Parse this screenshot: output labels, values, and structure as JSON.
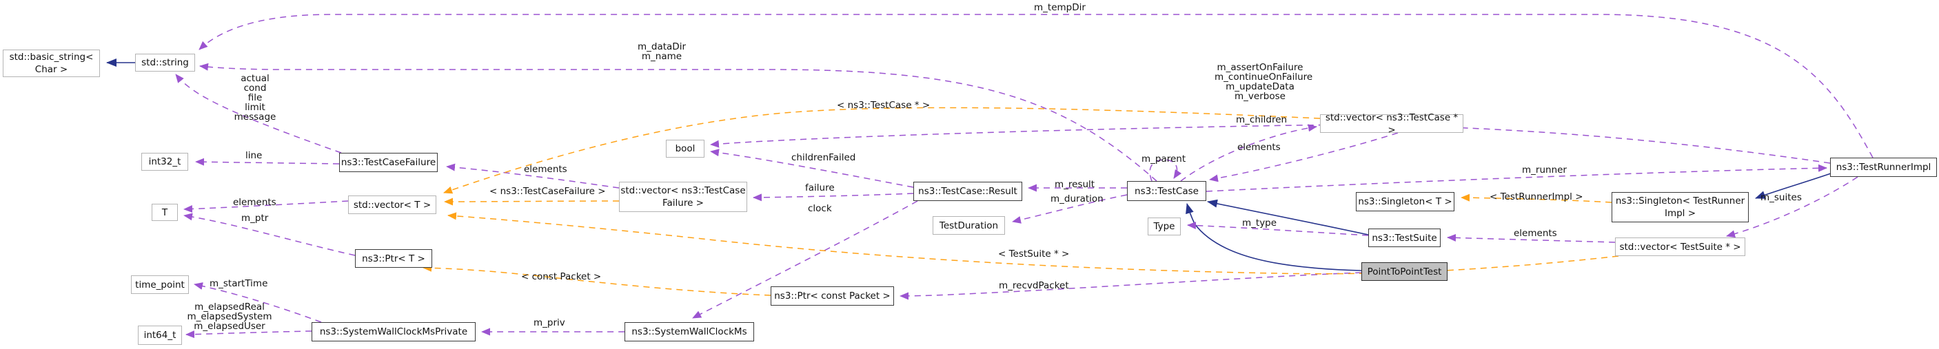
{
  "diagram_type": "doxygen-collaboration-graph",
  "highlighted_class": "PointToPointTest",
  "colors": {
    "usage_edge": "#9b54d0",
    "template_edge": "#ffa216",
    "inheritance_edge": "#27348c",
    "node_border": "#b4b4b4",
    "linked_node_border": "#3a3a3a",
    "highlight_fill": "#bfbfbf",
    "background": "#ffffff"
  },
  "nodes": {
    "basic_string": {
      "label": "std::basic_string<\nChar >"
    },
    "std_string": {
      "label": "std::string"
    },
    "int32_t": {
      "label": "int32_t"
    },
    "testcasefailure": {
      "label": "ns3::TestCaseFailure"
    },
    "t": {
      "label": "T"
    },
    "vector_t": {
      "label": "std::vector< T >"
    },
    "ptr_t": {
      "label": "ns3::Ptr< T >"
    },
    "time_point": {
      "label": "time_point"
    },
    "int64_t": {
      "label": "int64_t"
    },
    "swcm_private": {
      "label": "ns3::SystemWallClockMsPrivate"
    },
    "swcm": {
      "label": "ns3::SystemWallClockMs"
    },
    "bool": {
      "label": "bool"
    },
    "vector_tcf": {
      "label": "std::vector< ns3::TestCase\nFailure >"
    },
    "result": {
      "label": "ns3::TestCase::Result"
    },
    "duration": {
      "label": "TestDuration"
    },
    "testcase": {
      "label": "ns3::TestCase"
    },
    "type": {
      "label": "Type"
    },
    "vector_tc": {
      "label": "std::vector< ns3::TestCase * >"
    },
    "singleton_t": {
      "label": "ns3::Singleton< T >"
    },
    "testsuite": {
      "label": "ns3::TestSuite"
    },
    "p2ptest": {
      "label": "PointToPointTest"
    },
    "singleton_tri": {
      "label": "ns3::Singleton< TestRunner\nImpl >"
    },
    "vector_ts": {
      "label": "std::vector< TestSuite * >"
    },
    "testrunner": {
      "label": "ns3::TestRunnerImpl"
    },
    "ptr_packet": {
      "label": "ns3::Ptr< const Packet >"
    }
  },
  "edge_labels": {
    "m_tempDir": "m_tempDir",
    "dataDir_name": "m_dataDir\nm_name",
    "tcf_members": "actual\ncond\nfile\nlimit\nmessage",
    "line": "line",
    "elements_t": "elements",
    "m_ptr": "m_ptr",
    "elements_tcf": "elements",
    "tpl_tcf": "< ns3::TestCaseFailure >",
    "childrenFailed": "childrenFailed",
    "failure": "failure",
    "clock": "clock",
    "m_result": "m_result",
    "m_duration": "m_duration",
    "tpl_tc": "< ns3::TestCase * >",
    "runner_flags": "m_assertOnFailure\nm_continueOnFailure\nm_updateData\nm_verbose",
    "m_children": "m_children",
    "elements_tc": "elements",
    "m_parent": "m_parent",
    "m_runner": "m_runner",
    "tpl_tri": "< TestRunnerImpl >",
    "m_suites": "m_suites",
    "elements_ts": "elements",
    "m_type": "m_type",
    "tpl_ts": "< TestSuite * >",
    "m_recvdPacket": "m_recvdPacket",
    "tpl_packet": "< const Packet >",
    "m_startTime": "m_startTime",
    "elapsed": "m_elapsedReal\nm_elapsedSystem\nm_elapsedUser",
    "m_priv": "m_priv"
  }
}
